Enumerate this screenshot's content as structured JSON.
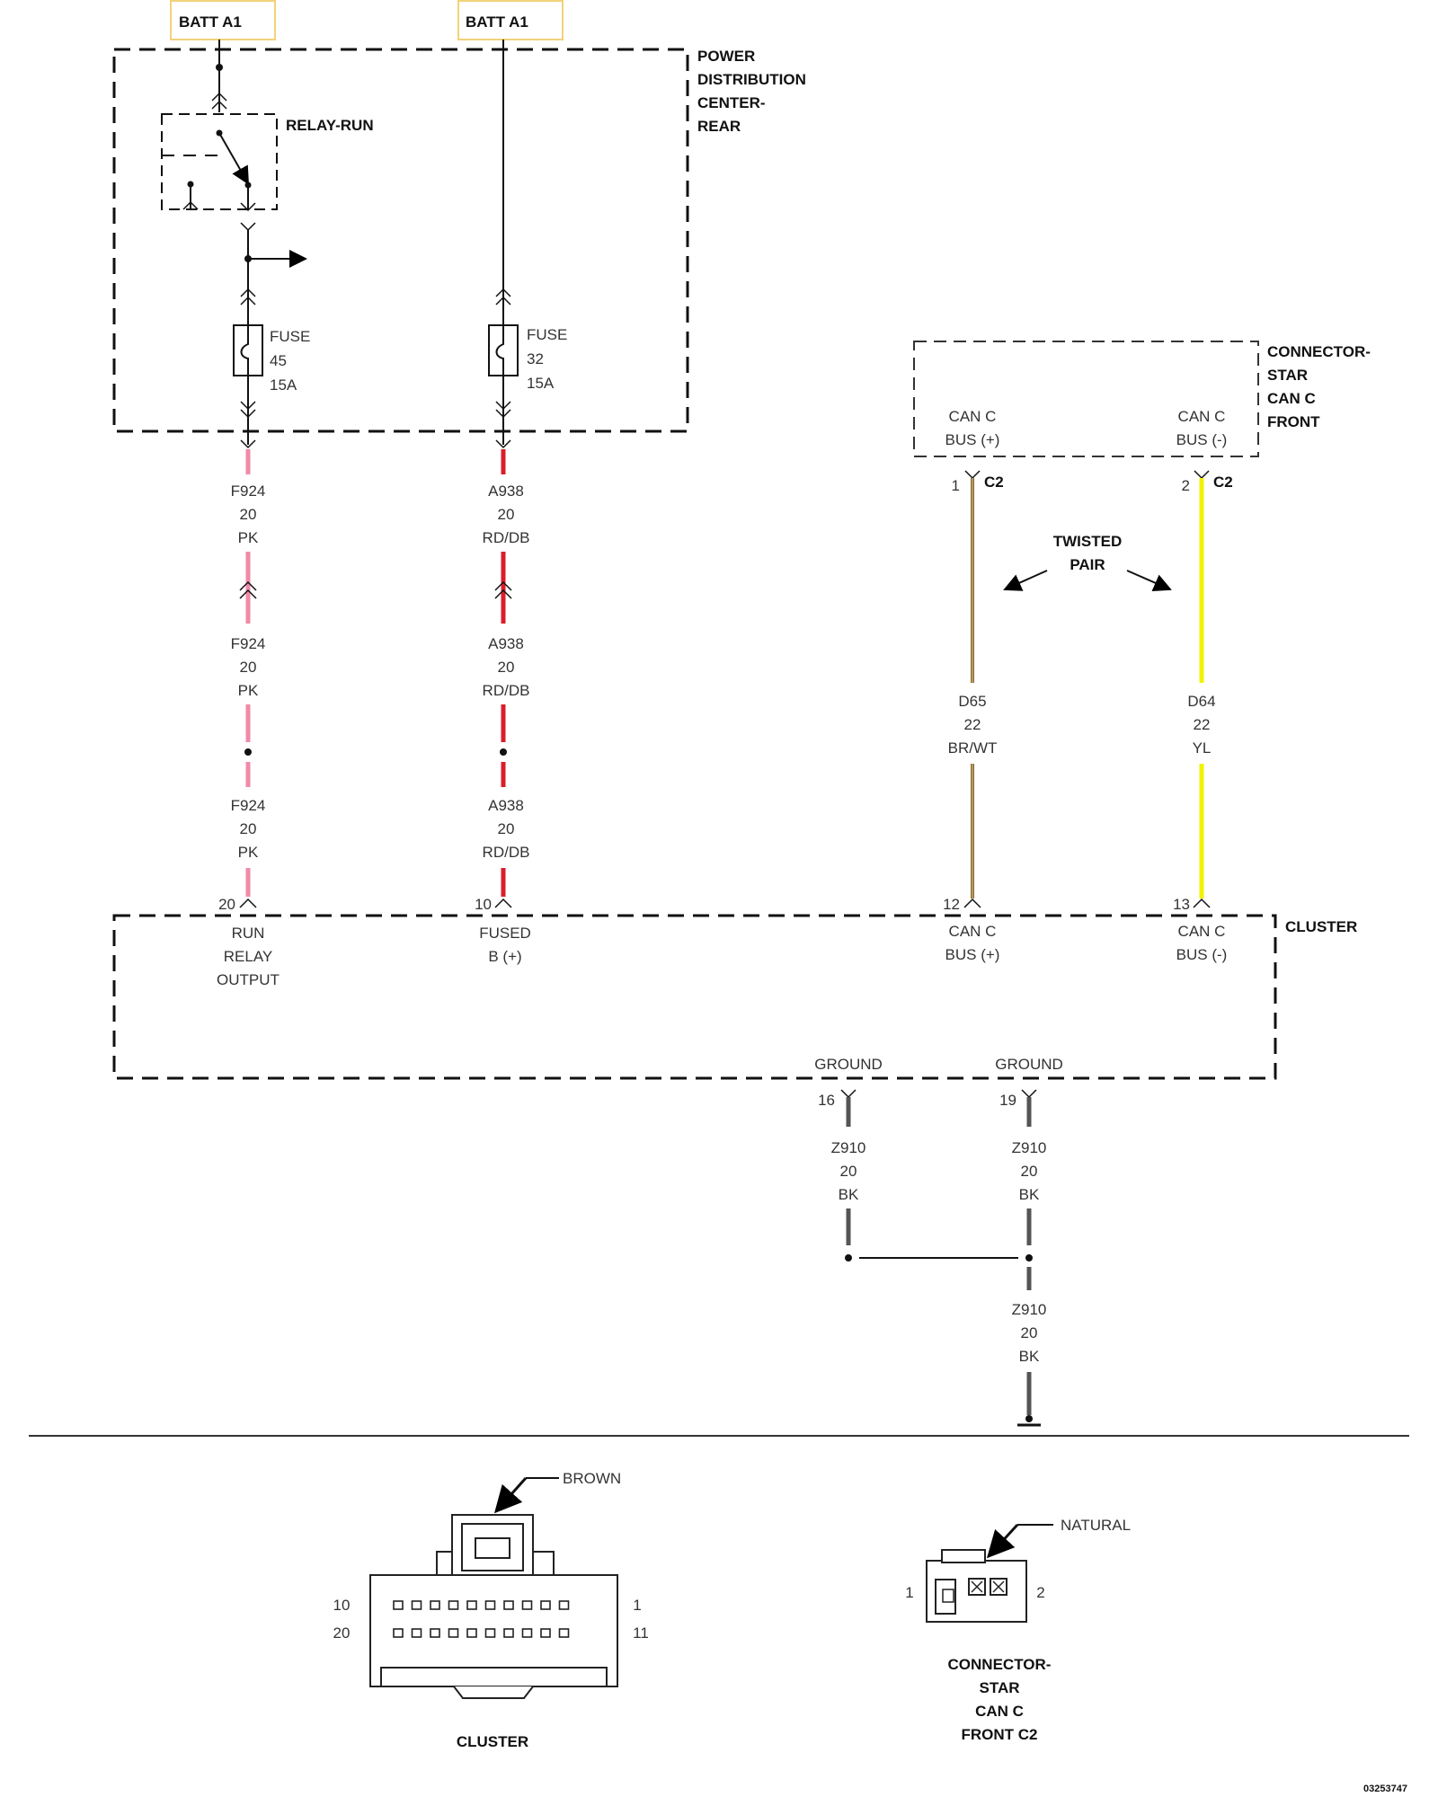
{
  "batt_left": "BATT A1",
  "batt_right": "BATT A1",
  "pdc": {
    "line1": "POWER",
    "line2": "DISTRIBUTION",
    "line3": "CENTER-",
    "line4": "REAR"
  },
  "relay_label": "RELAY-RUN",
  "fuse45": {
    "label": "FUSE",
    "number": "45",
    "rating": "15A"
  },
  "fuse32": {
    "label": "FUSE",
    "number": "32",
    "rating": "15A"
  },
  "wire_f924": {
    "circuit": "F924",
    "gauge": "20",
    "color": "PK",
    "color_hex": "#f08aa8"
  },
  "wire_a938": {
    "circuit": "A938",
    "gauge": "20",
    "color": "RD/DB",
    "color_hex": "#d81e2a"
  },
  "star": {
    "line1": "CONNECTOR-",
    "line2": "STAR",
    "line3": "CAN C",
    "line4": "FRONT"
  },
  "star_pin1": {
    "l1": "CAN C",
    "l2": "BUS (+)",
    "num": "1",
    "conn": "C2"
  },
  "star_pin2": {
    "l1": "CAN C",
    "l2": "BUS (-)",
    "num": "2",
    "conn": "C2"
  },
  "twisted": {
    "l1": "TWISTED",
    "l2": "PAIR"
  },
  "wire_d65": {
    "circuit": "D65",
    "gauge": "22",
    "color": "BR/WT",
    "color_hex": "#8b6a2b"
  },
  "wire_d64": {
    "circuit": "D64",
    "gauge": "22",
    "color": "YL",
    "color_hex": "#f2f200"
  },
  "cluster_label": "CLUSTER",
  "cluster_pins": {
    "p20": {
      "num": "20",
      "l1": "RUN",
      "l2": "RELAY",
      "l3": "OUTPUT"
    },
    "p10": {
      "num": "10",
      "l1": "FUSED",
      "l2": "B (+)"
    },
    "p12": {
      "num": "12",
      "l1": "CAN C",
      "l2": "BUS (+)"
    },
    "p13": {
      "num": "13",
      "l1": "CAN C",
      "l2": "BUS (-)"
    },
    "p16": {
      "num": "16",
      "l1": "GROUND"
    },
    "p19": {
      "num": "19",
      "l1": "GROUND"
    }
  },
  "wire_z910": {
    "circuit": "Z910",
    "gauge": "20",
    "color": "BK",
    "color_hex": "#333333"
  },
  "cluster_conn": {
    "brown": "BROWN",
    "pin10": "10",
    "pin1": "1",
    "pin20": "20",
    "pin11": "11",
    "name": "CLUSTER"
  },
  "star_conn": {
    "natural": "NATURAL",
    "pin1": "1",
    "pin2": "2",
    "l1": "CONNECTOR-",
    "l2": "STAR",
    "l3": "CAN C",
    "l4": "FRONT C2"
  },
  "doc_number": "03253747"
}
